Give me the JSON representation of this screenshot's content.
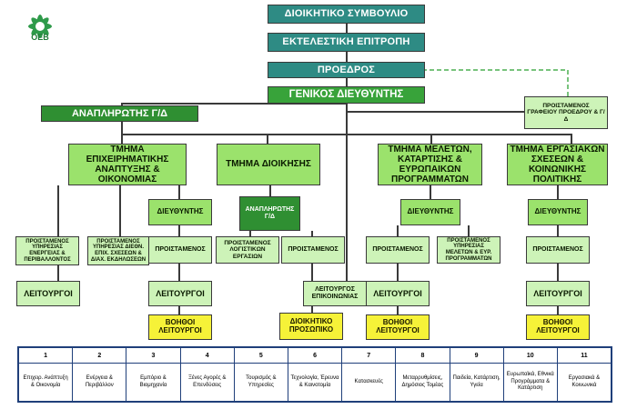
{
  "logo": {
    "text": "ΟΕΒ"
  },
  "board": "ΔΙΟΙΚΗΤΙΚΟ ΣΥΜΒΟΥΛΙΟ",
  "executive": "ΕΚΤΕΛΕΣΤΙΚΗ ΕΠΙΤΡΟΠΗ",
  "president": "ΠΡΟΕΔΡΟΣ",
  "general_director": "ΓΕΝΙΚΟΣ ΔΙΕΥΘΥΝΤΗΣ",
  "deputy_gd": "ΑΝΑΠΛΗΡΩΤΗΣ Γ/Δ",
  "president_office": "ΠΡΟΙΣΤΑΜΕΝΟΣ ΓΡΑΦΕΙΟΥ ΠΡΟΕΔΡΟΥ & Γ/Δ",
  "departments": {
    "business": {
      "title": "ΤΜΗΜΑ ΕΠΙΧΕΙΡΗΜΑΤΙΚΗΣ ΑΝΑΠΤΥΞΗΣ & ΟΙΚΟΝΟΜΙΑΣ",
      "director": "ΔΙΕΥΘΥΝΤΗΣ",
      "head_energy": "ΠΡΟΙΣΤΑΜΕΝΟΣ ΥΠΗΡΕΣΙΑΣ ΕΝΕΡΓΕΙΑΣ & ΠΕΡΙΒΑΛΛΟΝΤΟΣ",
      "head_intl": "ΠΡΟΙΣΤΑΜΕΝΟΣ ΥΠΗΡΕΣΙΑΣ ΔΙΕΘΝ. ΕΠΙΧ. ΣΧΕΣΕΩΝ & ΔΙΑΧ. ΕΚΔΗΛΩΣΕΩΝ",
      "head": "ΠΡΟΙΣΤΑΜΕΝΟΣ",
      "officers_left": "ΛΕΙΤΟΥΡΓΟΙ",
      "officers": "ΛΕΙΤΟΥΡΓΟΙ",
      "assistants": "ΒΟΗΘΟΙ ΛΕΙΤΟΥΡΓΟΙ"
    },
    "admin": {
      "title": "ΤΜΗΜΑ ΔΙΟΙΚΗΣΗΣ",
      "deputy": "ΑΝΑΠΛΗΡΩΤΗΣ Γ/Δ",
      "head_accounting": "ΠΡΟΙΣΤΑΜΕΝΟΣ ΛΟΓΙΣΤΙΚΩΝ ΕΡΓΑΣΙΩΝ",
      "head": "ΠΡΟΙΣΤΑΜΕΝΟΣ",
      "staff": "ΔΙΟΙΚΗΤΙΚΟ ΠΡΟΣΩΠΙΚΟ"
    },
    "comms_officer": "ΛΕΙΤΟΥΡΓΟΣ ΕΠΙΚΟΙΝΩΝΙΑΣ",
    "studies": {
      "title": "ΤΜΗΜΑ ΜΕΛΕΤΩΝ, ΚΑΤΑΡΤΙΣΗΣ & ΕΥΡΩΠΑΙΚΩΝ ΠΡΟΓΡΑΜΜΑΤΩΝ",
      "director": "ΔΙΕΥΘΥΝΤΗΣ",
      "head": "ΠΡΟΙΣΤΑΜΕΝΟΣ",
      "head_studies": "ΠΡΟΙΣΤΑΜΕΝΟΣ ΥΠΗΡΕΣΙΑΣ ΜΕΛΕΤΩΝ & ΕΥΡ. ΠΡΟΓΡΑΜΜΑΤΩΝ",
      "officers": "ΛΕΙΤΟΥΡΓΟΙ",
      "assistants": "ΒΟΗΘΟΙ ΛΕΙΤΟΥΡΓΟΙ"
    },
    "labour": {
      "title": "ΤΜΗΜΑ ΕΡΓΑΣΙΑΚΩΝ ΣΧΕΣΕΩΝ & ΚΟΙΝΩΝΙΚΗΣ ΠΟΛΙΤΙΚΗΣ",
      "director": "ΔΙΕΥΘΥΝΤΗΣ",
      "head": "ΠΡΟΙΣΤΑΜΕΝΟΣ",
      "officers": "ΛΕΙΤΟΥΡΓΟΙ",
      "assistants": "ΒΟΗΘΟΙ ΛΕΙΤΟΥΡΓΟΙ"
    }
  },
  "sectors": [
    {
      "num": "1",
      "name": "Επιχειρ. Ανάπτυξη & Οικονομία"
    },
    {
      "num": "2",
      "name": "Ενέργεια & Περιβάλλον"
    },
    {
      "num": "3",
      "name": "Εμπόριο & Βιομηχανία"
    },
    {
      "num": "4",
      "name": "Ξένες Αγορές & Επενδύσεις"
    },
    {
      "num": "5",
      "name": "Τουρισμός & Υπηρεσίες"
    },
    {
      "num": "6",
      "name": "Τεχνολογία, Έρευνα & Καινοτομία"
    },
    {
      "num": "7",
      "name": "Κατασκευές"
    },
    {
      "num": "8",
      "name": "Μεταρρυθμίσεις, Δημόσιος Τομέας"
    },
    {
      "num": "9",
      "name": "Παιδεία, Κατάρτιση, Υγεία"
    },
    {
      "num": "10",
      "name": "Ευρωπαϊκά, Εθνικά Προγράμματα & Κατάρτιση"
    },
    {
      "num": "11",
      "name": "Εργασιακά & Κοινωνικά"
    }
  ],
  "colors": {
    "teal": "#2e8b84",
    "green": "#38a33a",
    "lime": "#9be26c",
    "pale": "#cdf3b8",
    "yellow": "#f6f238",
    "sector_border": "#1f3f7a"
  }
}
